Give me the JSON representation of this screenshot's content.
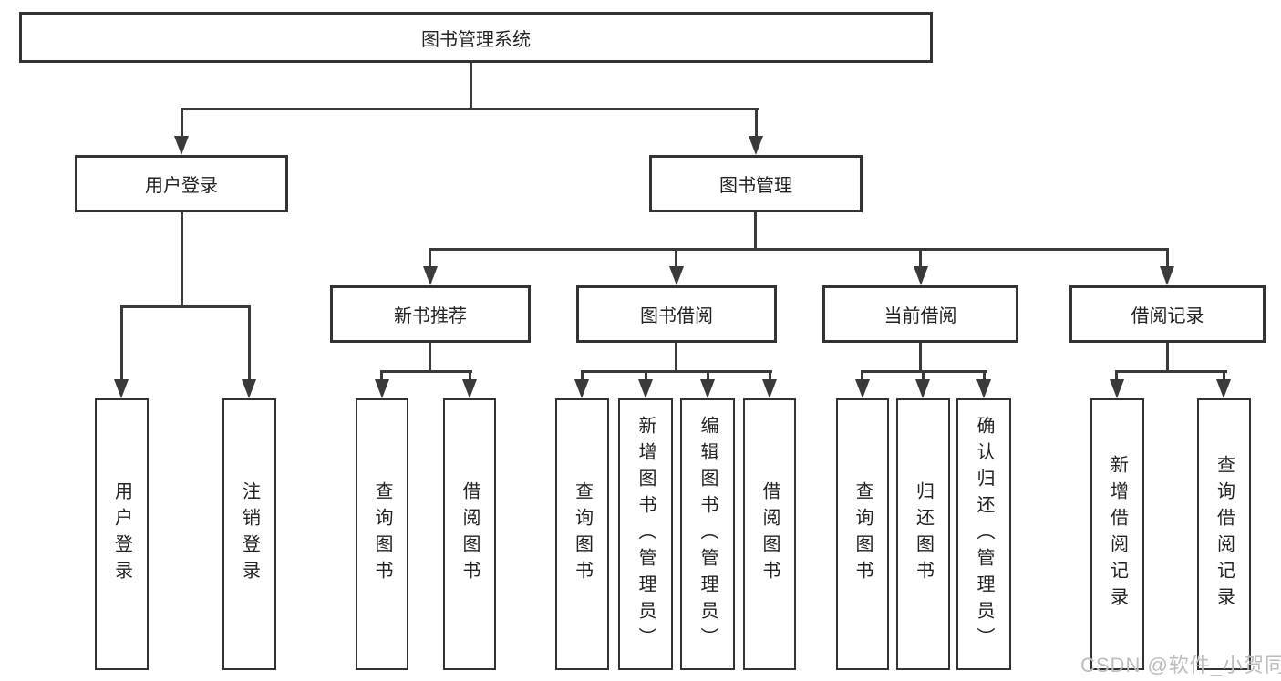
{
  "diagram": {
    "type": "hierarchy-tree",
    "root": {
      "label": "图书管理系统",
      "children": [
        {
          "label": "用户登录",
          "children": [
            {
              "label": "用户登录"
            },
            {
              "label": "注销登录"
            }
          ]
        },
        {
          "label": "图书管理",
          "children": [
            {
              "label": "新书推荐",
              "children": [
                {
                  "label": "查询图书"
                },
                {
                  "label": "借阅图书"
                }
              ]
            },
            {
              "label": "图书借阅",
              "children": [
                {
                  "label": "查询图书"
                },
                {
                  "label": "新增图书（管理员）"
                },
                {
                  "label": "编辑图书（管理员）"
                },
                {
                  "label": "借阅图书"
                }
              ]
            },
            {
              "label": "当前借阅",
              "children": [
                {
                  "label": "查询图书"
                },
                {
                  "label": "归还图书"
                },
                {
                  "label": "确认归还（管理员）"
                }
              ]
            },
            {
              "label": "借阅记录",
              "children": [
                {
                  "label": "新增借阅记录"
                },
                {
                  "label": "查询借阅记录"
                }
              ]
            }
          ]
        }
      ]
    },
    "colors": {
      "line": "#3a3a3a",
      "box_border": "#333333",
      "box_fill": "#ffffff",
      "text": "#222222",
      "background": "#ffffff"
    }
  },
  "watermark": {
    "text": "CSDN @软件_小贺同学",
    "color": "#bcbcbc"
  }
}
